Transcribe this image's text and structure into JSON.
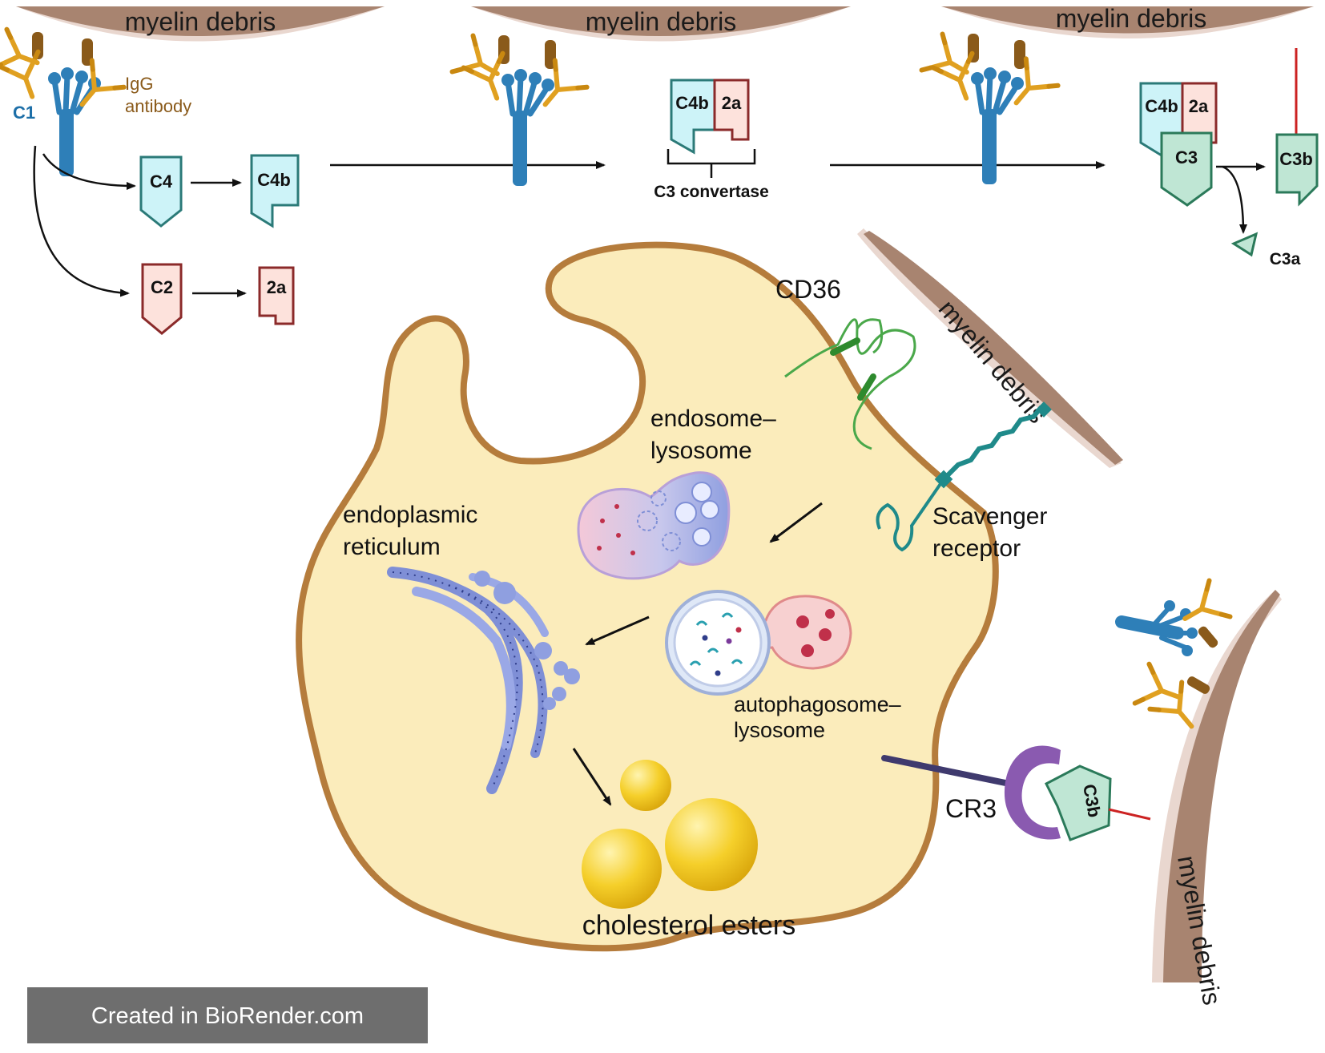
{
  "labels": {
    "myelin_debris": "myelin debris",
    "c1": "C1",
    "igg_line1": "IgG",
    "igg_line2": "antibody",
    "c4": "C4",
    "c4b": "C4b",
    "c2": "C2",
    "c2a": "2a",
    "c3": "C3",
    "c3b": "C3b",
    "c3a": "C3a",
    "c3_convertase": "C3 convertase",
    "cd36": "CD36",
    "endosome_line1": "endosome–",
    "endosome_line2": "lysosome",
    "er_line1": "endoplasmic",
    "er_line2": "reticulum",
    "scavenger_line1": "Scavenger",
    "scavenger_line2": "receptor",
    "autophago_line1": "autophagosome–",
    "autophago_line2": "lysosome",
    "cholesterol": "cholesterol esters",
    "cr3": "CR3"
  },
  "footer": {
    "credit": "Created in BioRender.com"
  },
  "colors": {
    "debris": "#a88470",
    "debris_edge": "#e9d7cf",
    "cell_fill": "#fbecbb",
    "cell_border": "#b57c3c",
    "c4_fill": "#cdf3f8",
    "c4_stroke": "#2b7a78",
    "c2_fill": "#fde2dc",
    "c2_stroke": "#8b2a2a",
    "c3_fill": "#bfe6d4",
    "c3_stroke": "#2b7a5a",
    "antibody_gold": "#e0a020",
    "c1_blue": "#2e7fb8",
    "cr3_purple": "#8a5ab0",
    "cd36_green": "#4aa84a",
    "scavenger_teal": "#1f8a8a",
    "er_blue": "#7f8fd6",
    "lipid_yellow": "#f5cf2a",
    "red_link": "#cc2222",
    "footer_bg": "#6e6e6e"
  },
  "icons": [
    "c1-complex-icon",
    "igg-antibody-icon",
    "cd36-receptor-icon",
    "scavenger-receptor-icon",
    "cr3-receptor-icon",
    "endosome-lysosome-icon",
    "autophagosome-lysosome-icon",
    "endoplasmic-reticulum-icon",
    "lipid-droplet-icon"
  ]
}
